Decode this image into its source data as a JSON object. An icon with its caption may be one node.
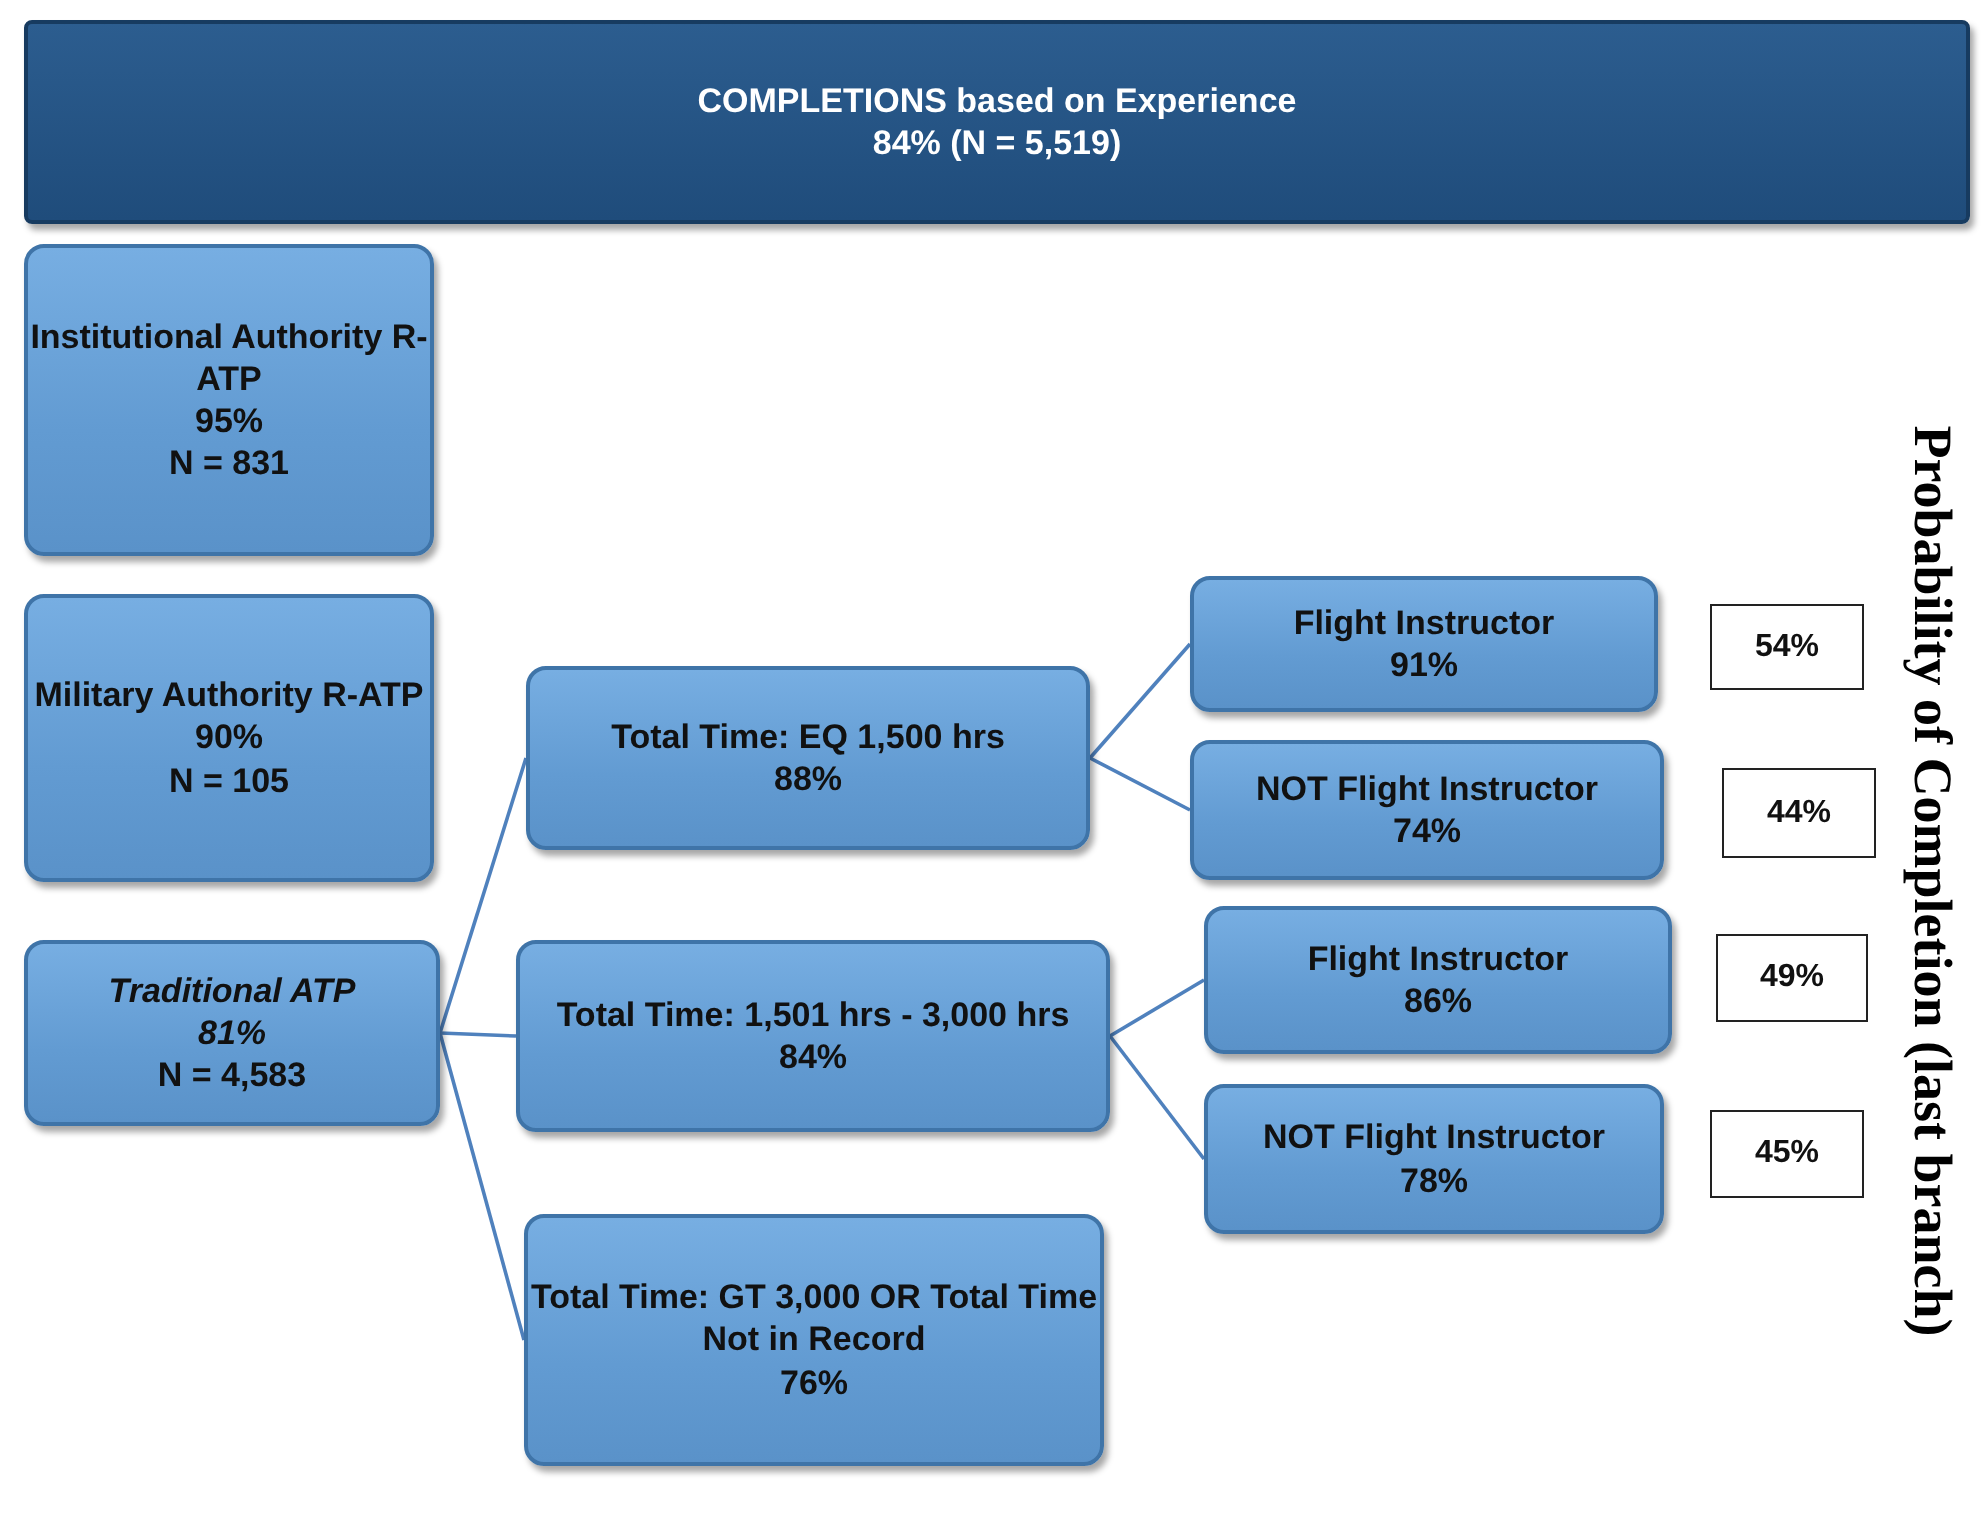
{
  "diagram": {
    "nodes": [
      {
        "text": [
          "COMPLETIONS based on Experience",
          "84% (N = 5,519)"
        ]
      },
      {
        "text": [
          "Institutional Authority R-ATP",
          "95%",
          "N = 831"
        ]
      },
      {
        "text": [
          "Military Authority R-ATP",
          "90%",
          "N = 105"
        ]
      },
      {
        "text": [
          "Traditional ATP",
          "81%",
          "N = 4,583"
        ]
      },
      {
        "text": [
          "Total Time:  EQ 1,500 hrs",
          "88%"
        ]
      },
      {
        "text": [
          "Total Time: 1,501 hrs - 3,000 hrs",
          "84%"
        ]
      },
      {
        "text": [
          "Total Time: GT 3,000 OR Total Time Not in Record",
          "76%"
        ]
      },
      {
        "text": [
          "Flight Instructor",
          "91%"
        ]
      },
      {
        "text": [
          "NOT Flight Instructor",
          "74%"
        ]
      },
      {
        "text": [
          "Flight Instructor",
          "86%"
        ]
      },
      {
        "text": [
          "NOT Flight Instructor",
          "78%"
        ]
      },
      {
        "text": [
          "54%"
        ]
      },
      {
        "text": [
          "44%"
        ]
      },
      {
        "text": [
          "49%"
        ]
      },
      {
        "text": [
          "45%"
        ]
      }
    ],
    "edges": [
      {
        "from": 3,
        "to": 4,
        "arrow": "none"
      },
      {
        "from": 3,
        "to": 5,
        "arrow": "none"
      },
      {
        "from": 3,
        "to": 6,
        "arrow": "none"
      },
      {
        "from": 4,
        "to": 7,
        "arrow": "none"
      },
      {
        "from": 4,
        "to": 8,
        "arrow": "none"
      },
      {
        "from": 5,
        "to": 9,
        "arrow": "none"
      },
      {
        "from": 5,
        "to": 10,
        "arrow": "none"
      }
    ],
    "labels": [
      "Probability of Completion (last branch)"
    ]
  }
}
